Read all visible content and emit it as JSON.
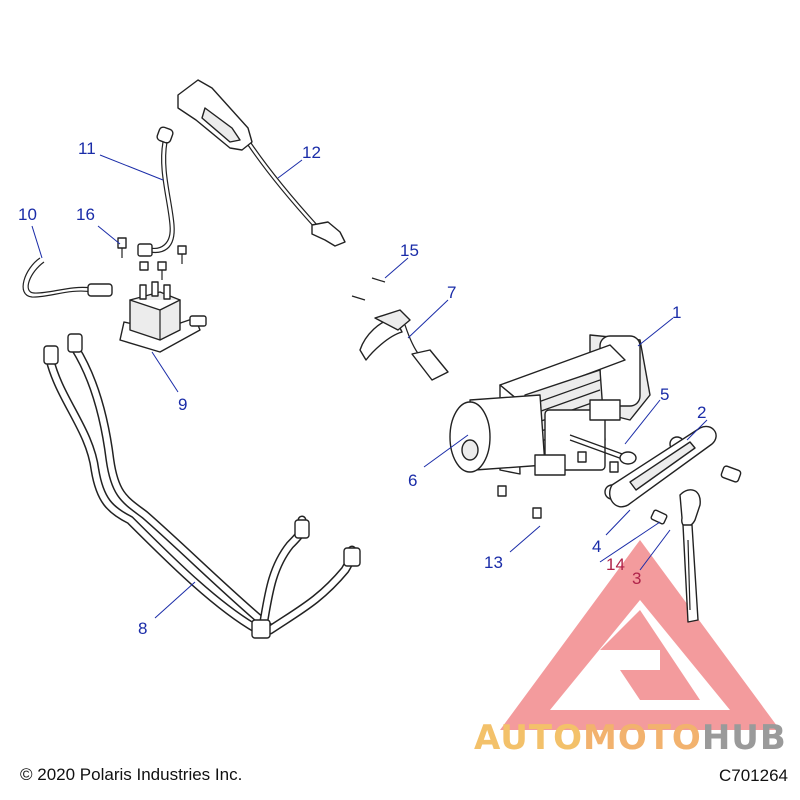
{
  "diagram": {
    "callouts": [
      "1",
      "2",
      "3",
      "4",
      "5",
      "6",
      "7",
      "8",
      "9",
      "10",
      "11",
      "12",
      "13",
      "14",
      "15",
      "16"
    ]
  },
  "footer": {
    "copyright": "© 2020 Polaris Industries Inc.",
    "drawing_code": "C701264"
  },
  "watermark": {
    "part1": "AUTO",
    "part2": "MOTO",
    "part3": "HUB",
    "colors": {
      "triangle": "#e8383c",
      "auto": "#f3c16a",
      "moto": "#f2b26e",
      "hub": "#9a9a9a"
    }
  }
}
